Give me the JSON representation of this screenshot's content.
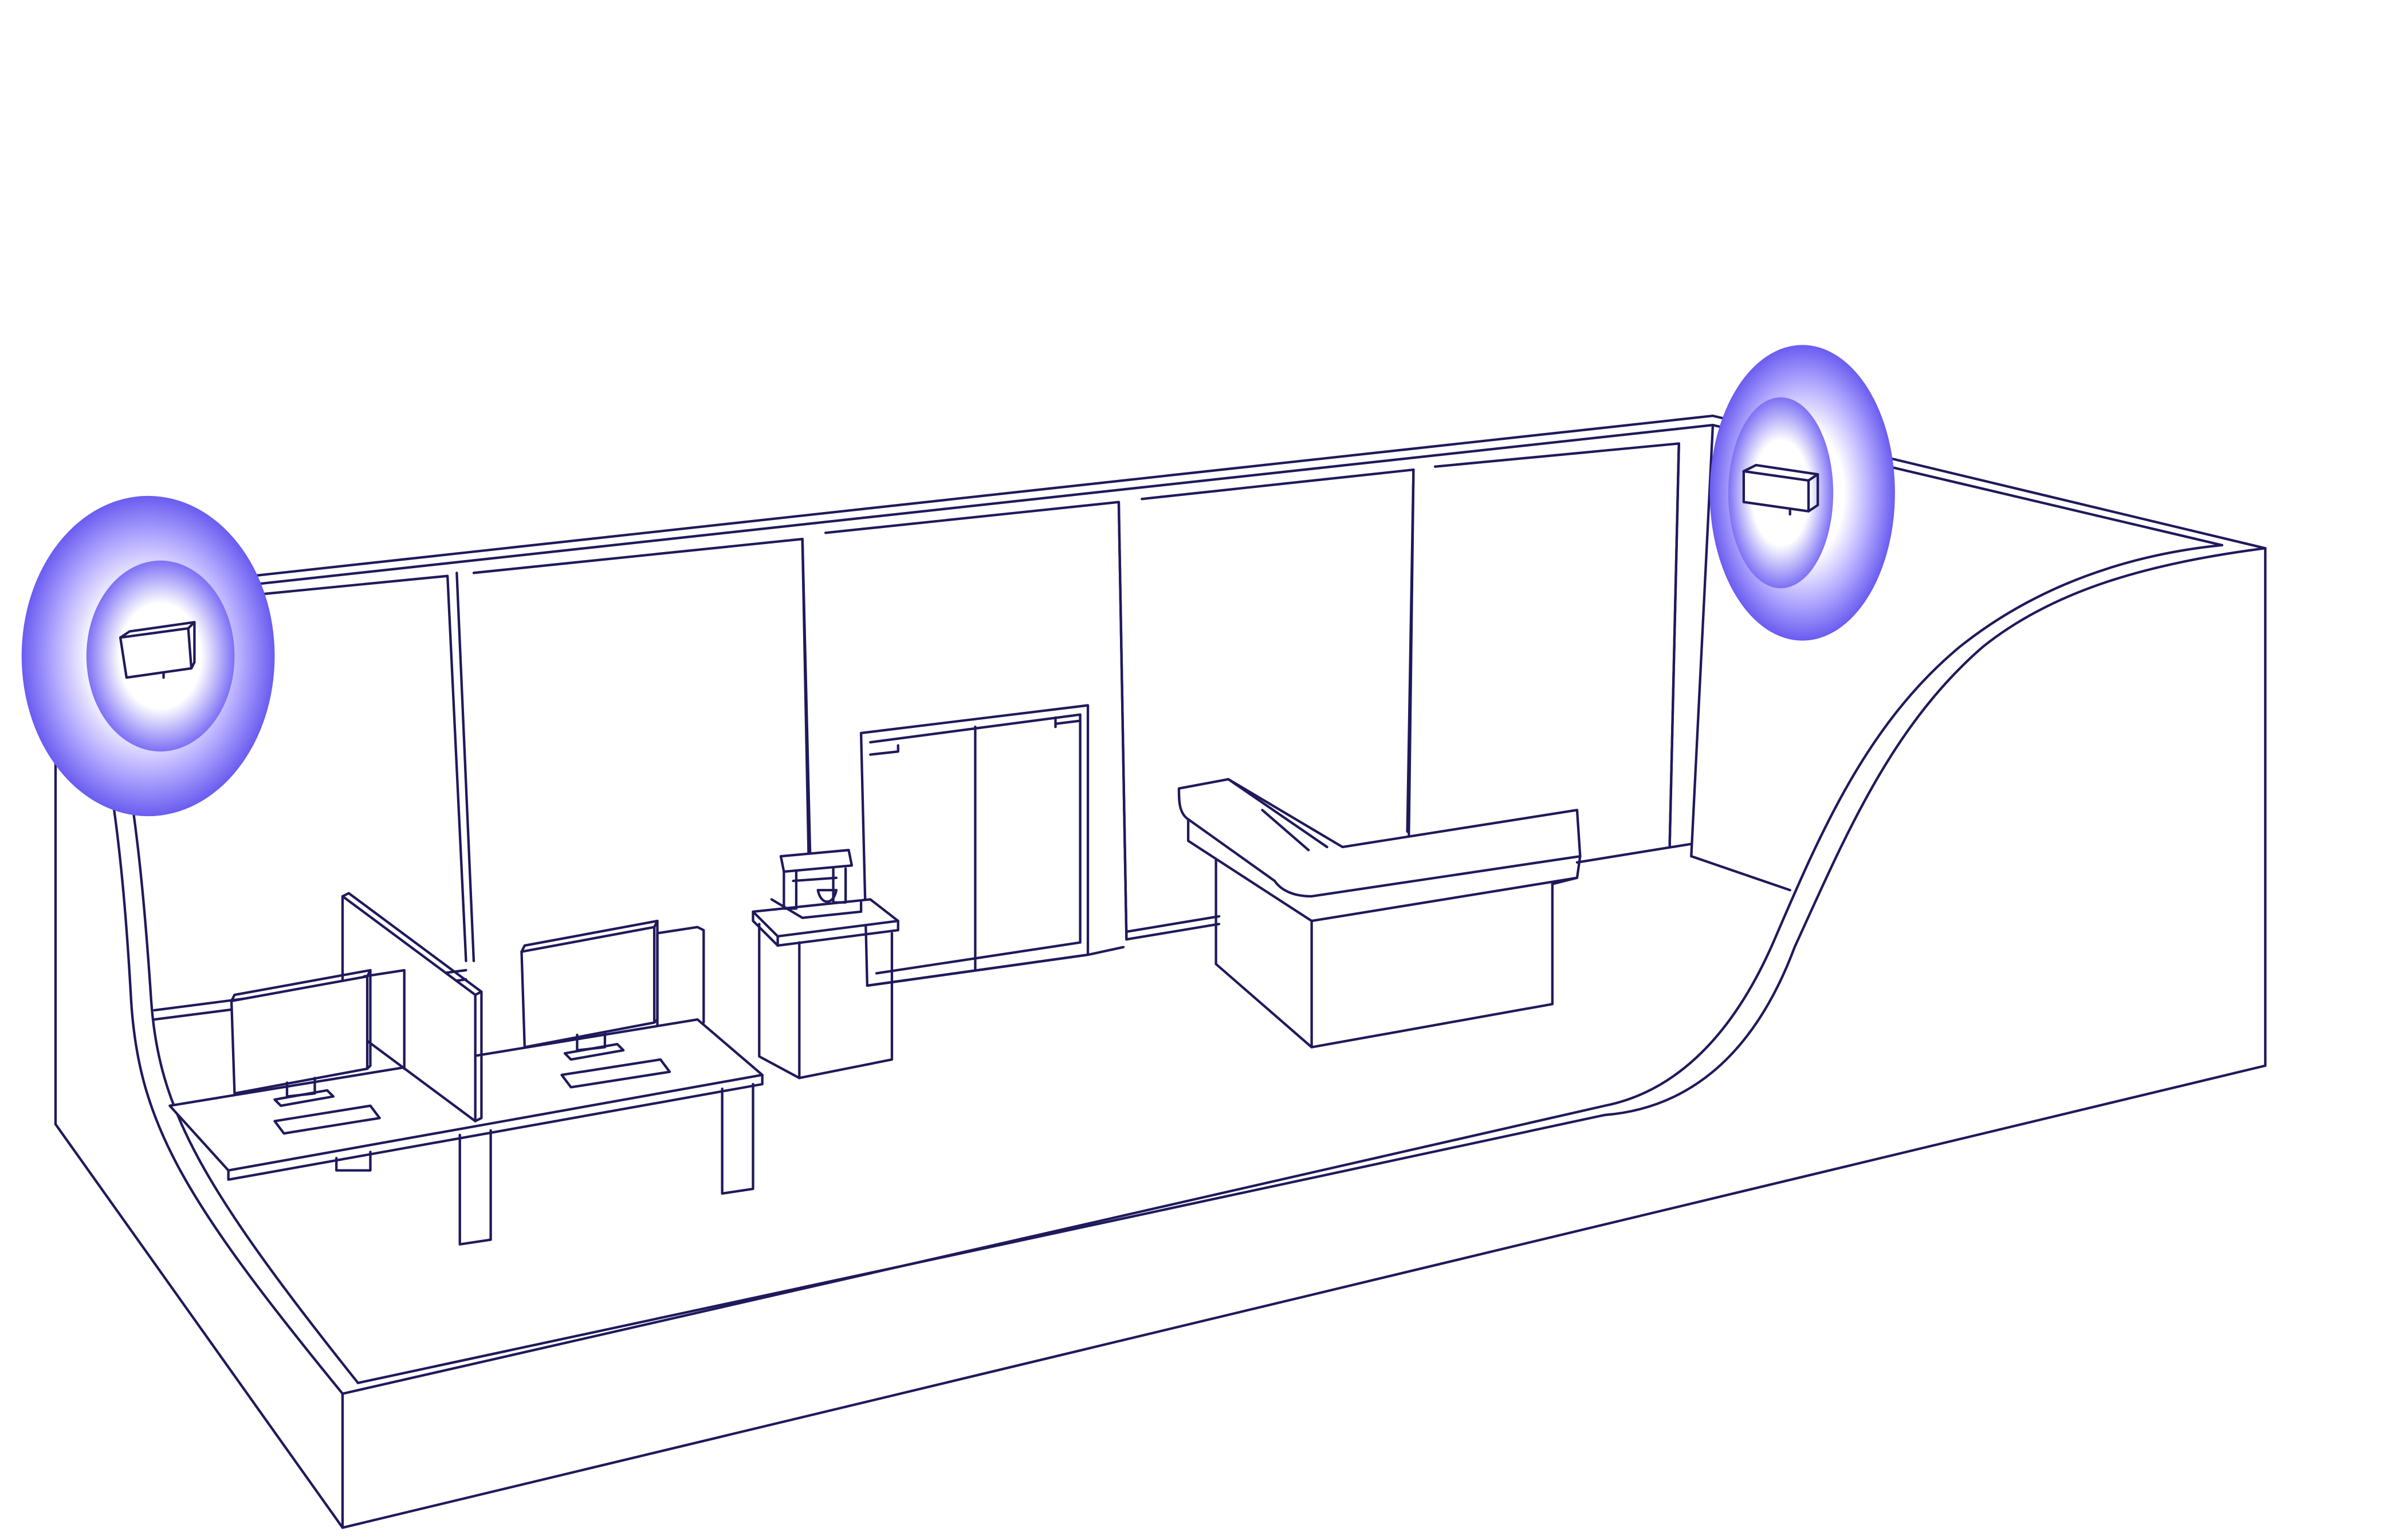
{
  "illustration": {
    "subject": "office-cutaway-with-wall-mounted-devices",
    "colors": {
      "line": "#1f1a5b",
      "glow_edge": "#6a5cf0",
      "glow_center": "#ffffff",
      "background": "#ffffff"
    },
    "highlighted_devices": [
      {
        "name": "wall-device-left",
        "icon": "wall-mounted-sensor"
      },
      {
        "name": "wall-device-right",
        "icon": "wall-mounted-sensor"
      }
    ],
    "furniture": [
      "desk-with-two-workstations",
      "privacy-screen",
      "coffee-station",
      "reception-counter",
      "double-door"
    ]
  }
}
